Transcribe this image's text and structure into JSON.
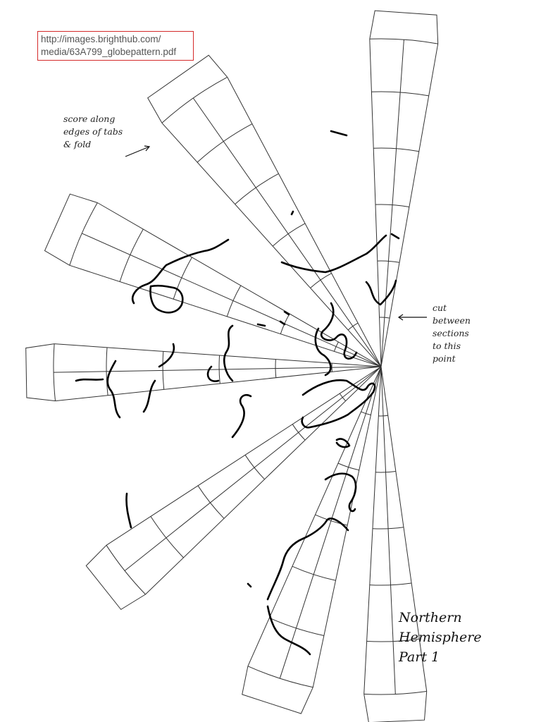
{
  "source": {
    "url_line1": "http://images.brighthub.com/",
    "url_line2": "media/63A799_globepattern.pdf"
  },
  "annotations": {
    "score_note": [
      "score along",
      "edges of tabs",
      "& fold"
    ],
    "cut_note": [
      "cut",
      "between",
      "sections",
      "to this",
      "point"
    ]
  },
  "title": [
    "Northern",
    "Hemisphere",
    "Part 1"
  ],
  "colors": {
    "link_box_border": "#d42a2a",
    "lines": "#333333",
    "coastlines": "#000000"
  },
  "icons": [
    "arrow-icon"
  ]
}
